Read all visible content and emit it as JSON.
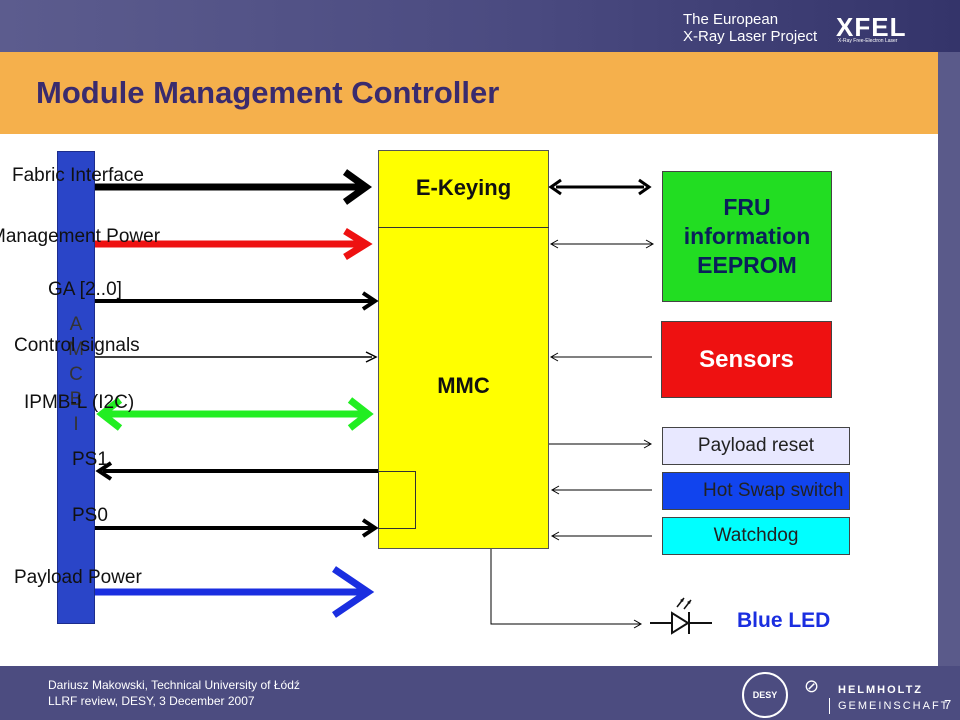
{
  "header": {
    "brand_line1": "The European",
    "brand_line2": "X-Ray Laser Project",
    "logo": "XFEL",
    "logo_sub": "X-Ray Free-Electron Laser"
  },
  "slide": {
    "title": "Module Management Controller",
    "page_number": "7"
  },
  "diagram": {
    "bus_label": [
      "A",
      "M",
      "C",
      "B",
      "I"
    ],
    "signals": {
      "fabric": "Fabric Interface",
      "mgmt_power": "Management Power",
      "ga": "GA [2..0]",
      "control": "Control signals",
      "ipmb": "IPMB-L (I2C)",
      "ps1": "PS1",
      "ps0": "PS0",
      "payload_power": "Payload Power"
    },
    "blocks": {
      "ekeying": "E-Keying",
      "mmc": "MMC",
      "fru_line1": "FRU",
      "fru_line2": "information",
      "fru_line3": "EEPROM",
      "sensors": "Sensors",
      "payload_reset": "Payload reset",
      "hot_swap": "Hot Swap switch",
      "watchdog": "Watchdog",
      "blue_led": "Blue LED"
    },
    "colors": {
      "fabric": "#000000",
      "mgmt_power": "#ee1111",
      "ipmb": "#22ee22",
      "payload_power": "#1a2ee0",
      "bus": "#2a45c8",
      "mmc": "#ffff00"
    }
  },
  "footer": {
    "author": "Dariusz Makowski, Technical University of Łódź",
    "event": "LLRF review, DESY, 3 December 2007",
    "desy": "DESY",
    "helmholtz_1": "HELMHOLTZ",
    "helmholtz_2": "GEMEINSCHAFT"
  }
}
